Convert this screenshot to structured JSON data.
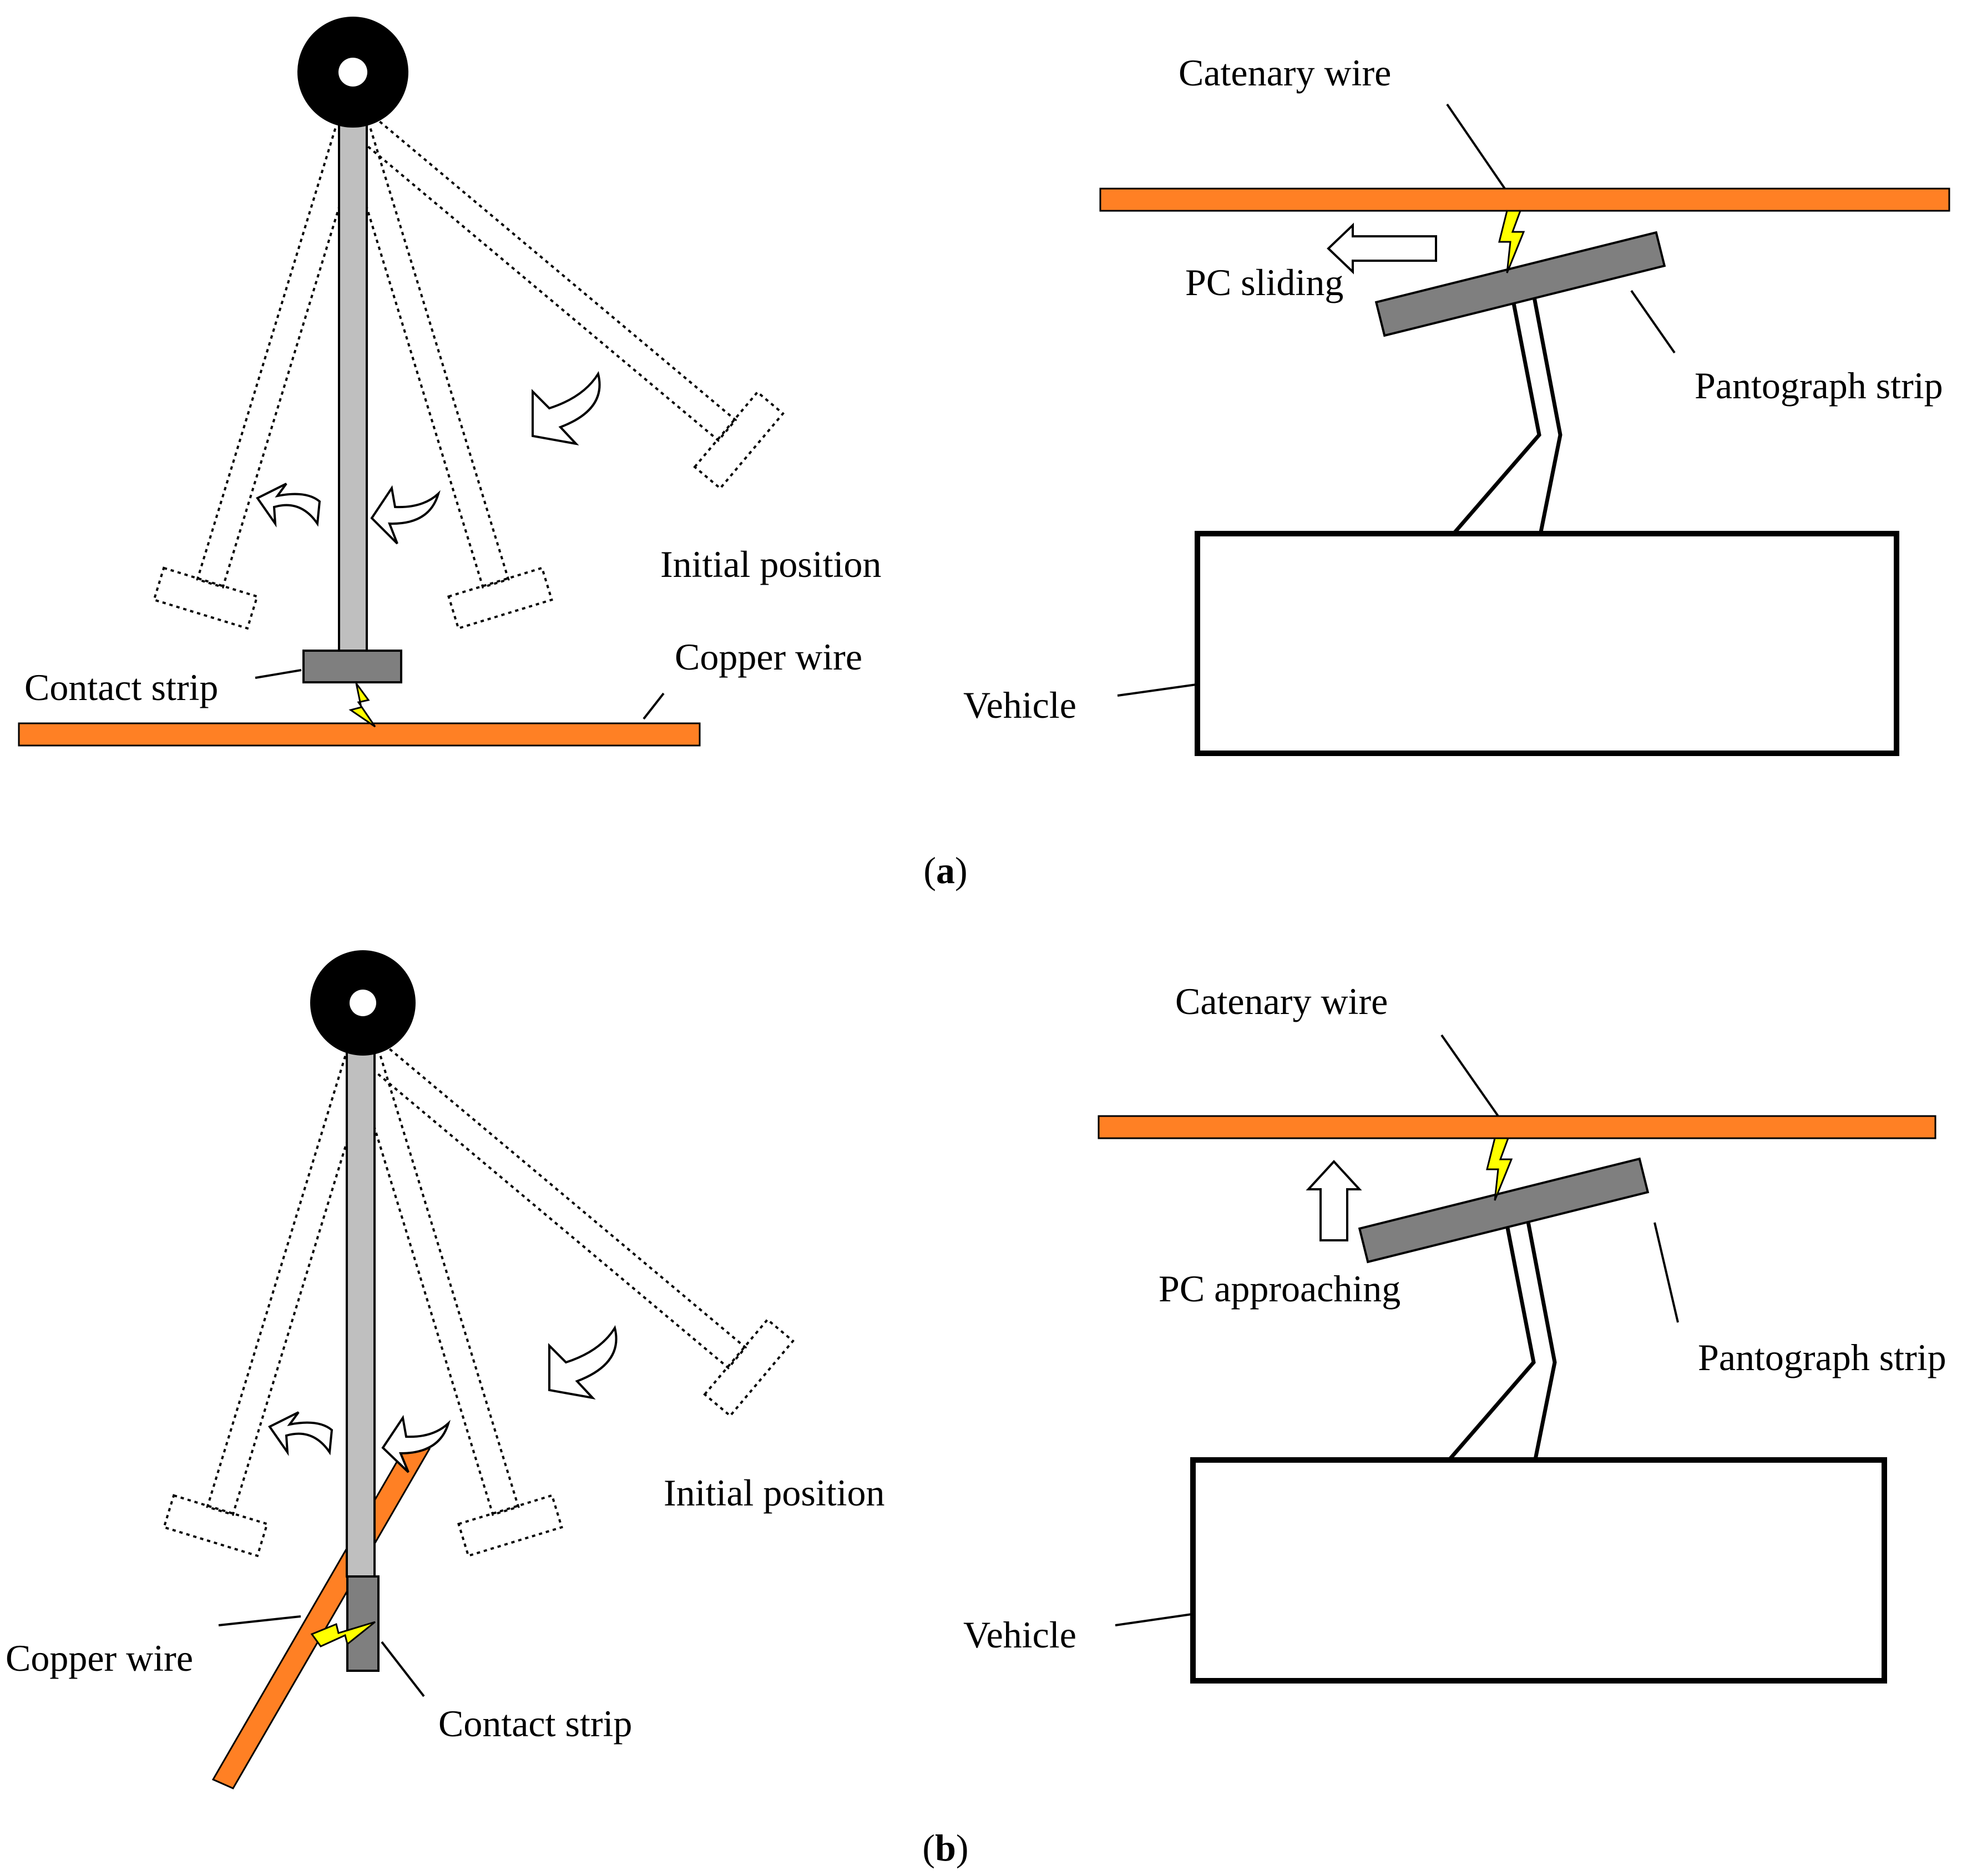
{
  "colors": {
    "wire": "#FF8024",
    "rod": "#BFBFBF",
    "strip": "#7F7F7F",
    "spark": "#FFFF00",
    "outline": "#000000"
  },
  "panel_a": {
    "caption_open": "(",
    "caption_letter": "a",
    "caption_close": ")",
    "left": {
      "initial_position": "Initial position",
      "contact_strip": "Contact strip",
      "copper_wire": "Copper wire"
    },
    "right": {
      "catenary_wire": "Catenary wire",
      "pc_label": "PC sliding",
      "pantograph_strip": "Pantograph strip",
      "vehicle": "Vehicle"
    }
  },
  "panel_b": {
    "caption_open": "(",
    "caption_letter": "b",
    "caption_close": ")",
    "left": {
      "initial_position": "Initial position",
      "contact_strip": "Contact strip",
      "copper_wire": "Copper wire"
    },
    "right": {
      "catenary_wire": "Catenary wire",
      "pc_label": "PC approaching",
      "pantograph_strip": "Pantograph strip",
      "vehicle": "Vehicle"
    }
  }
}
